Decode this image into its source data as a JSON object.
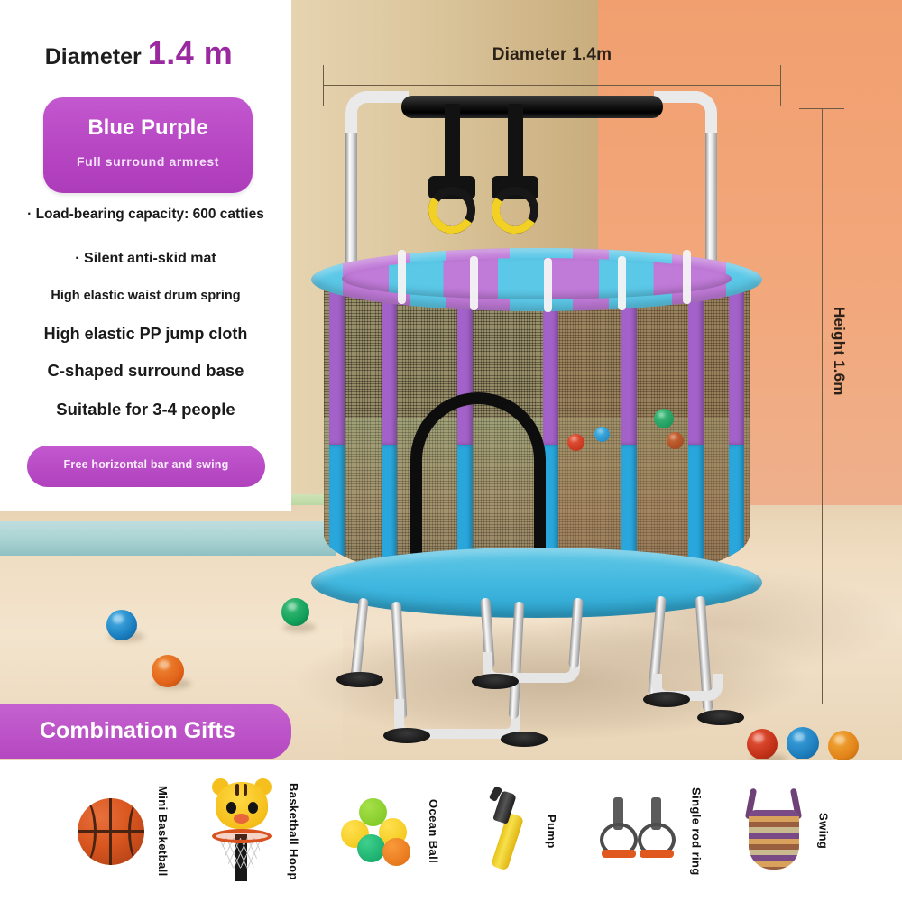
{
  "left_panel": {
    "title_prefix": "Diameter",
    "title_value": "1.4 m",
    "color_badge": {
      "name": "Blue Purple",
      "subtitle": "Full surround armrest"
    },
    "features": [
      "· Load-bearing capacity: 600 catties",
      "· Silent anti-skid mat",
      "High elastic waist drum spring",
      "High elastic PP jump cloth",
      "C-shaped surround base",
      "Suitable for 3-4 people"
    ],
    "free_badge": "Free horizontal bar and swing",
    "gift_banner": "Combination Gifts"
  },
  "dimensions": {
    "diameter_label": "Diameter 1.4m",
    "height_label": "Height 1.6m"
  },
  "gifts": [
    {
      "name": "Mini Basketball",
      "icon": "basketball-icon"
    },
    {
      "name": "Basketball Hoop",
      "icon": "basketball-hoop-icon"
    },
    {
      "name": "Ocean Ball",
      "icon": "ocean-ball-icon"
    },
    {
      "name": "Pump",
      "icon": "pump-icon"
    },
    {
      "name": "Single rod ring",
      "icon": "gymnastic-rings-icon"
    },
    {
      "name": "Swing",
      "icon": "swing-icon"
    }
  ],
  "colors": {
    "brand_purple": "#b746c3",
    "title_purple": "#9a29a0",
    "trampoline_cyan": "#29a7dd",
    "trampoline_purple": "#a362c9",
    "wall_orange": "#f1a272",
    "wall_tan": "#e6d3ae"
  }
}
